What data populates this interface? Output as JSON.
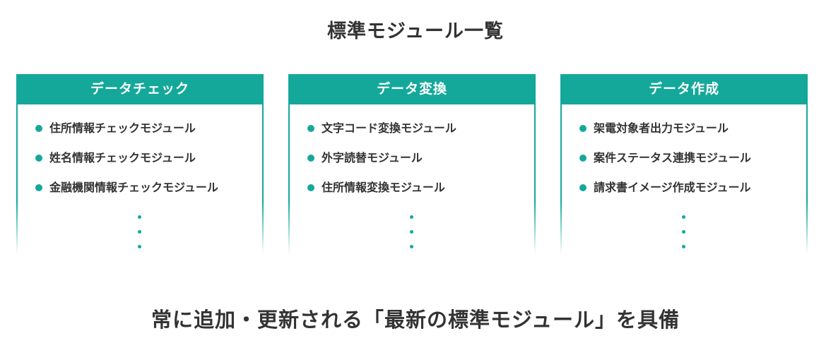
{
  "page_title": "標準モジュール一覧",
  "columns": [
    {
      "header": "データチェック",
      "items": [
        "住所情報チェックモジュール",
        "姓名情報チェックモジュール",
        "金融機関情報チェックモジュール"
      ]
    },
    {
      "header": "データ変換",
      "items": [
        "文字コード変換モジュール",
        "外字読替モジュール",
        "住所情報変換モジュール"
      ]
    },
    {
      "header": "データ作成",
      "items": [
        "架電対象者出力モジュール",
        "案件ステータス連携モジュール",
        "請求書イメージ作成モジュール"
      ]
    }
  ],
  "footer_text": "常に追加・更新される「最新の標準モジュール」を具備",
  "colors": {
    "accent": "#14a89a",
    "text": "#333333",
    "background": "#ffffff"
  }
}
